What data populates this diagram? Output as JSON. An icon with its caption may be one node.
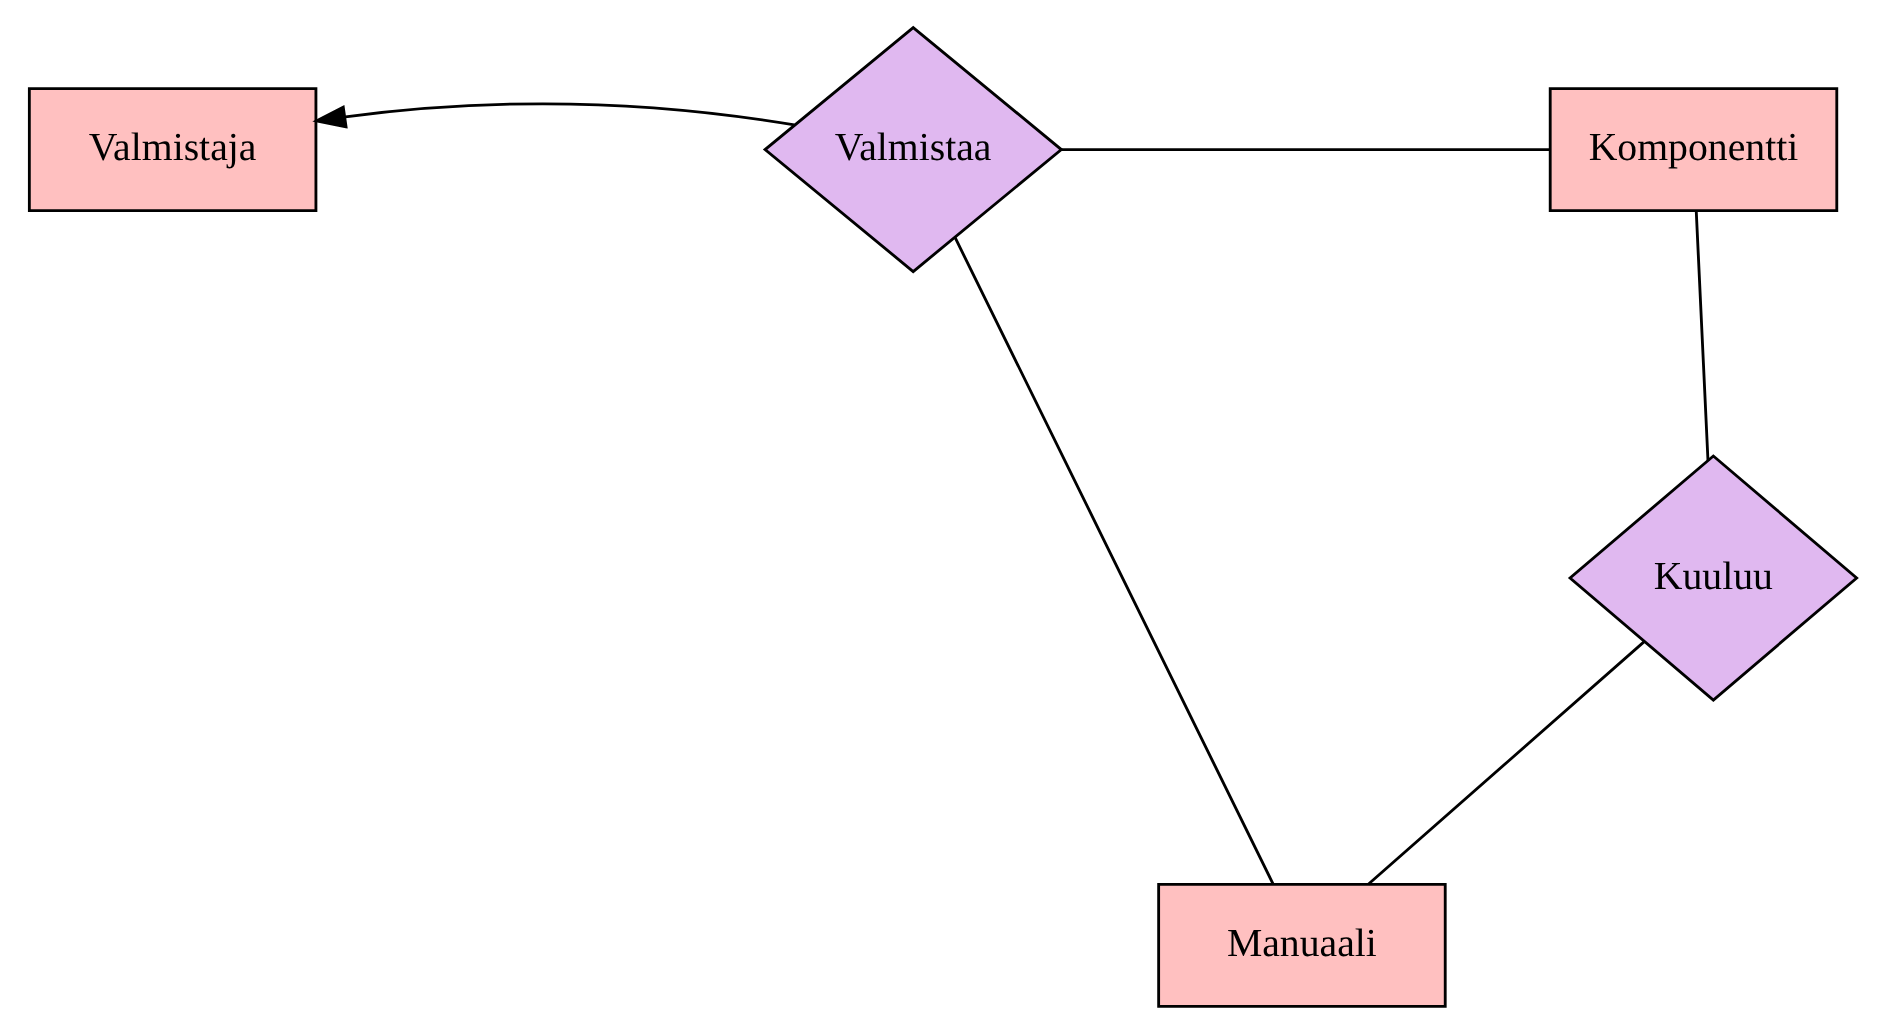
{
  "diagram": {
    "nodes": [
      {
        "text": [
          "Valmistaja"
        ]
      },
      {
        "text": [
          "Valmistaa"
        ]
      },
      {
        "text": [
          "Komponentti"
        ]
      },
      {
        "text": [
          "Kuuluu"
        ]
      },
      {
        "text": [
          "Manuaali"
        ]
      }
    ],
    "edges": [
      {
        "from": 1,
        "to": 0,
        "arrow": "to"
      },
      {
        "from": 1,
        "to": 2,
        "arrow": "none"
      },
      {
        "from": 1,
        "to": 4,
        "arrow": "none"
      },
      {
        "from": 2,
        "to": 3,
        "arrow": "none"
      },
      {
        "from": 3,
        "to": 4,
        "arrow": "none"
      }
    ]
  }
}
